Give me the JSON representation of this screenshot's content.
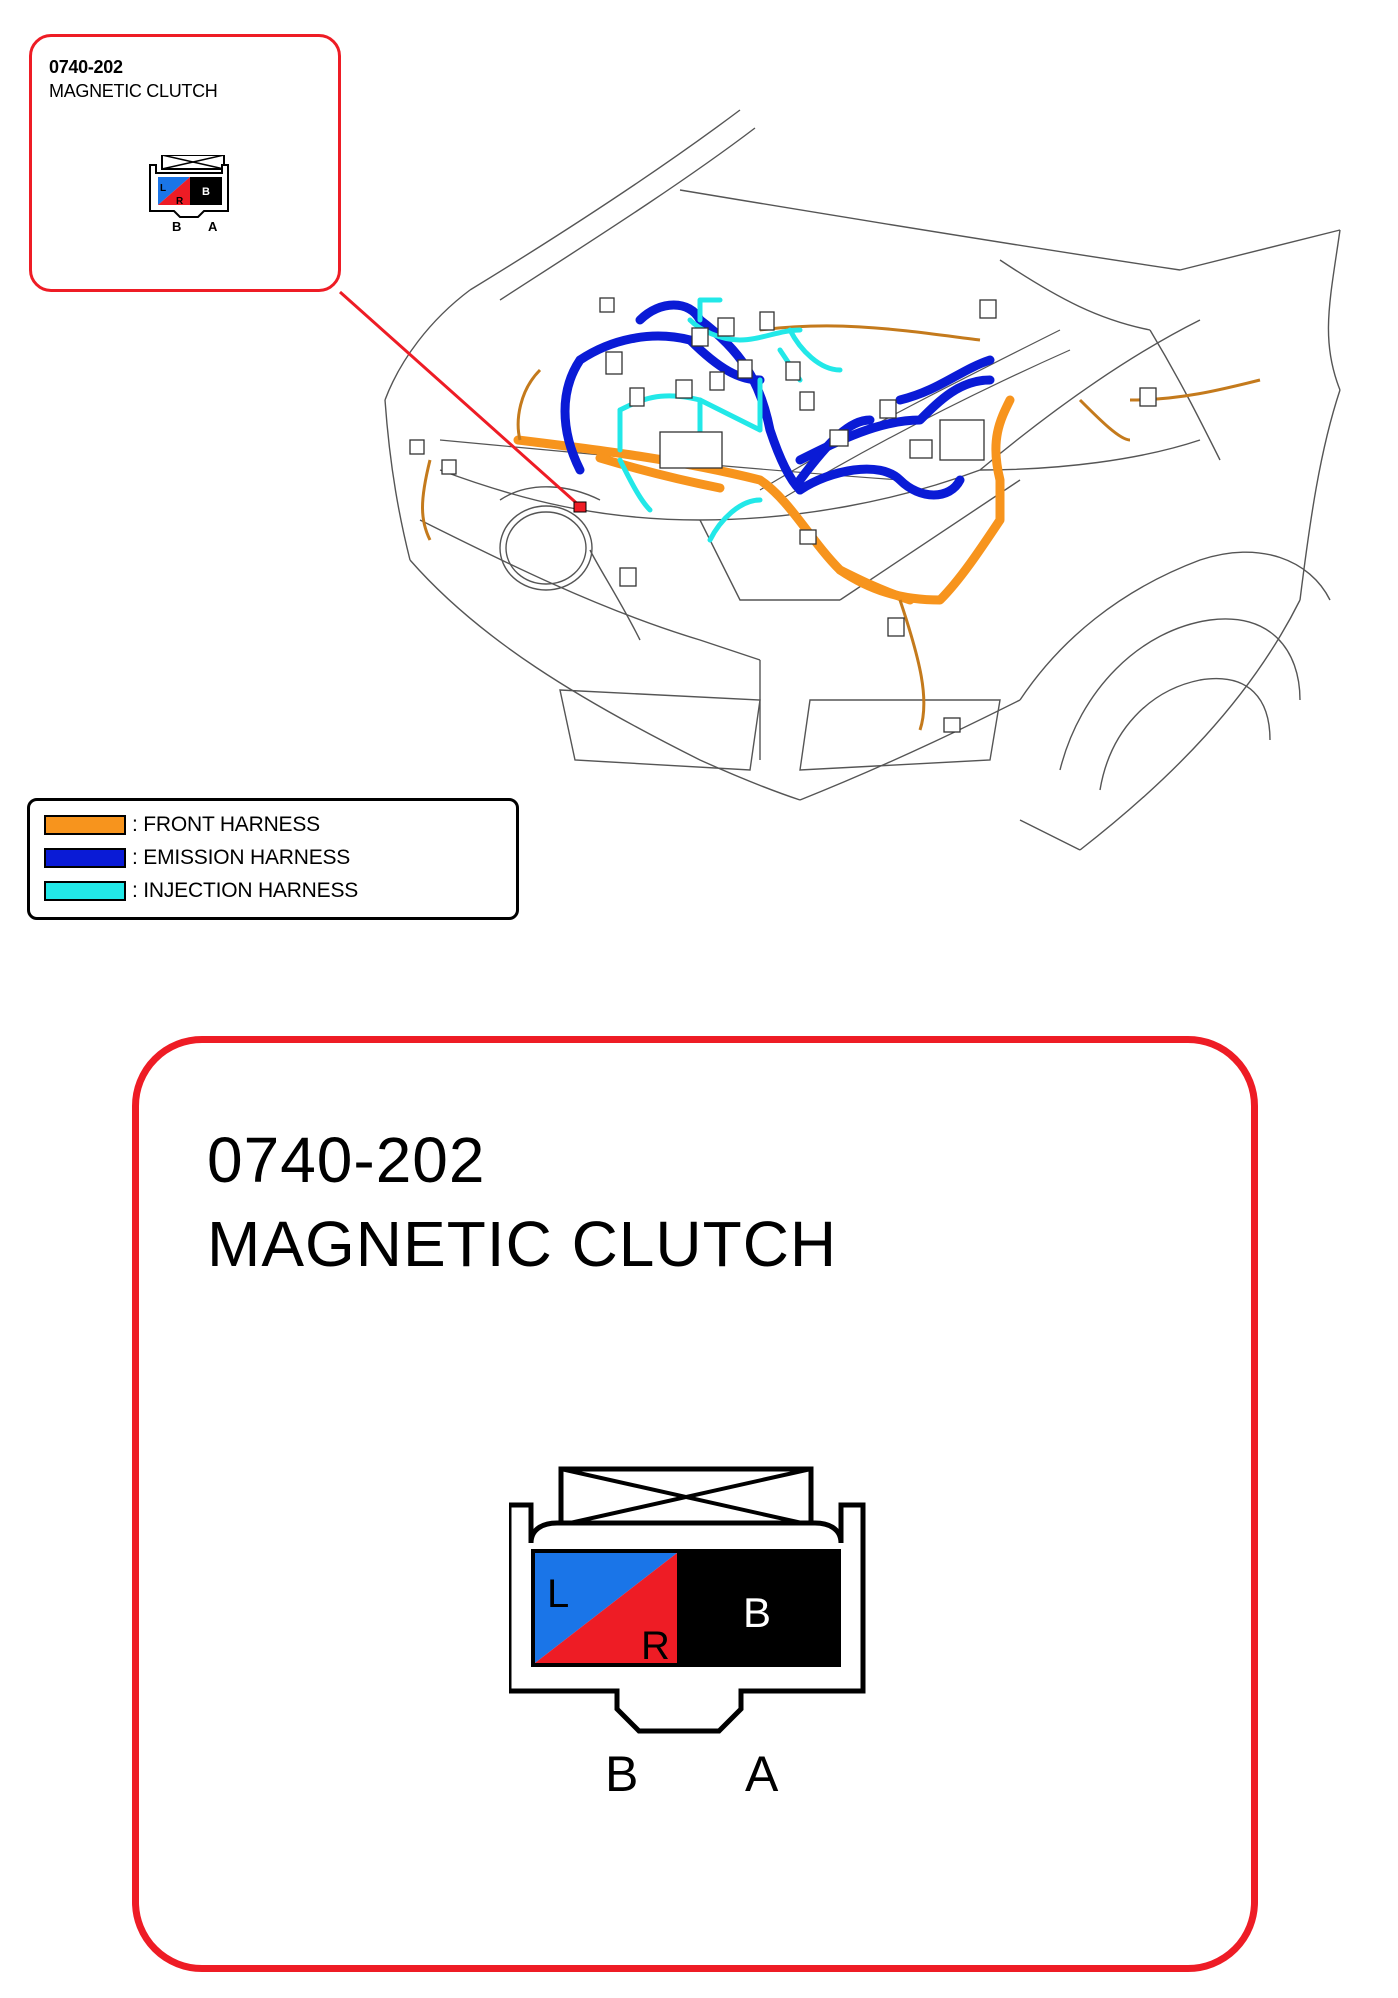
{
  "connector": {
    "code": "0740-202",
    "name": "MAGNETIC CLUTCH",
    "cavity_left_wire_primary": "L",
    "cavity_left_wire_secondary": "R",
    "cavity_right_wire": "B",
    "terminal_left": "B",
    "terminal_right": "A"
  },
  "legend": {
    "items": [
      {
        "label": ": FRONT HARNESS",
        "color": "#f7941d"
      },
      {
        "label": ": EMISSION HARNESS",
        "color": "#0a1bd6"
      },
      {
        "label": ": INJECTION HARNESS",
        "color": "#22e8e8"
      }
    ]
  },
  "colors": {
    "callout_border": "#ee1c25",
    "wire_blue": "#1a75e8",
    "wire_red": "#ee1c25",
    "wire_black": "#000000",
    "marker": "#ee1c25"
  }
}
